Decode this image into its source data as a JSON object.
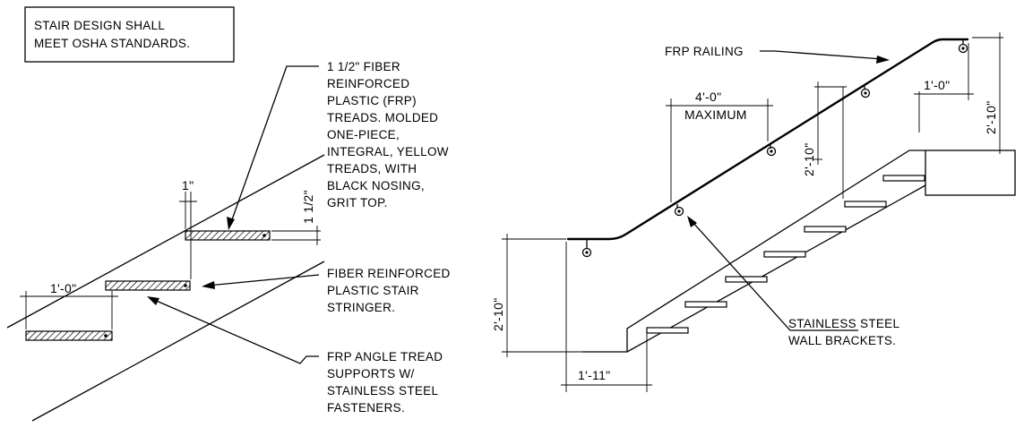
{
  "note": {
    "line1": "STAIR DESIGN SHALL",
    "line2": "MEET OSHA STANDARDS."
  },
  "left_callouts": {
    "treads": [
      "1 1/2\" FIBER",
      "REINFORCED",
      "PLASTIC (FRP)",
      "TREADS. MOLDED",
      "ONE-PIECE,",
      "INTEGRAL, YELLOW",
      "TREADS, WITH",
      "BLACK NOSING,",
      "GRIT TOP."
    ],
    "stringer": [
      "FIBER REINFORCED",
      "PLASTIC STAIR",
      "STRINGER."
    ],
    "supports": [
      "FRP ANGLE TREAD",
      "SUPPORTS W/",
      "STAINLESS STEEL",
      "FASTENERS."
    ]
  },
  "left_dims": {
    "nosing": "1\"",
    "thickness": "1 1/2\"",
    "spacing": "1'-0\""
  },
  "right_callouts": {
    "railing": "FRP RAILING",
    "brackets": [
      "STAINLESS STEEL",
      "WALL BRACKETS."
    ]
  },
  "right_dims": {
    "bracket_spacing": "4'-0\"",
    "bracket_spacing_note": "MAXIMUM",
    "extension_top": "1'-0\"",
    "height_top": "2'-10\"",
    "height_mid": "2'-10\"",
    "height_bottom": "2'-10\"",
    "extension_bottom": "1'-11\""
  }
}
